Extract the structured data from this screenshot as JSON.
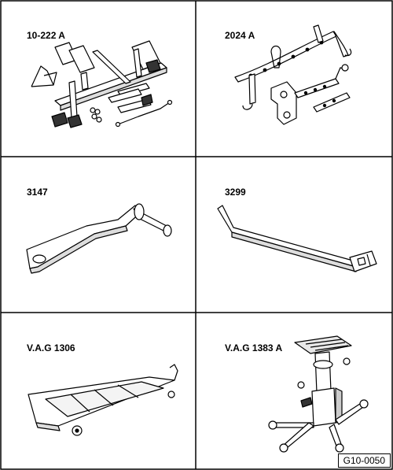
{
  "tools": [
    {
      "id": "10-222 A"
    },
    {
      "id": "2024 A"
    },
    {
      "id": "3147"
    },
    {
      "id": "3299"
    },
    {
      "id": "V.A.G 1306"
    },
    {
      "id": "V.A.G 1383 A"
    }
  ],
  "figure_ref": "G10-0050"
}
